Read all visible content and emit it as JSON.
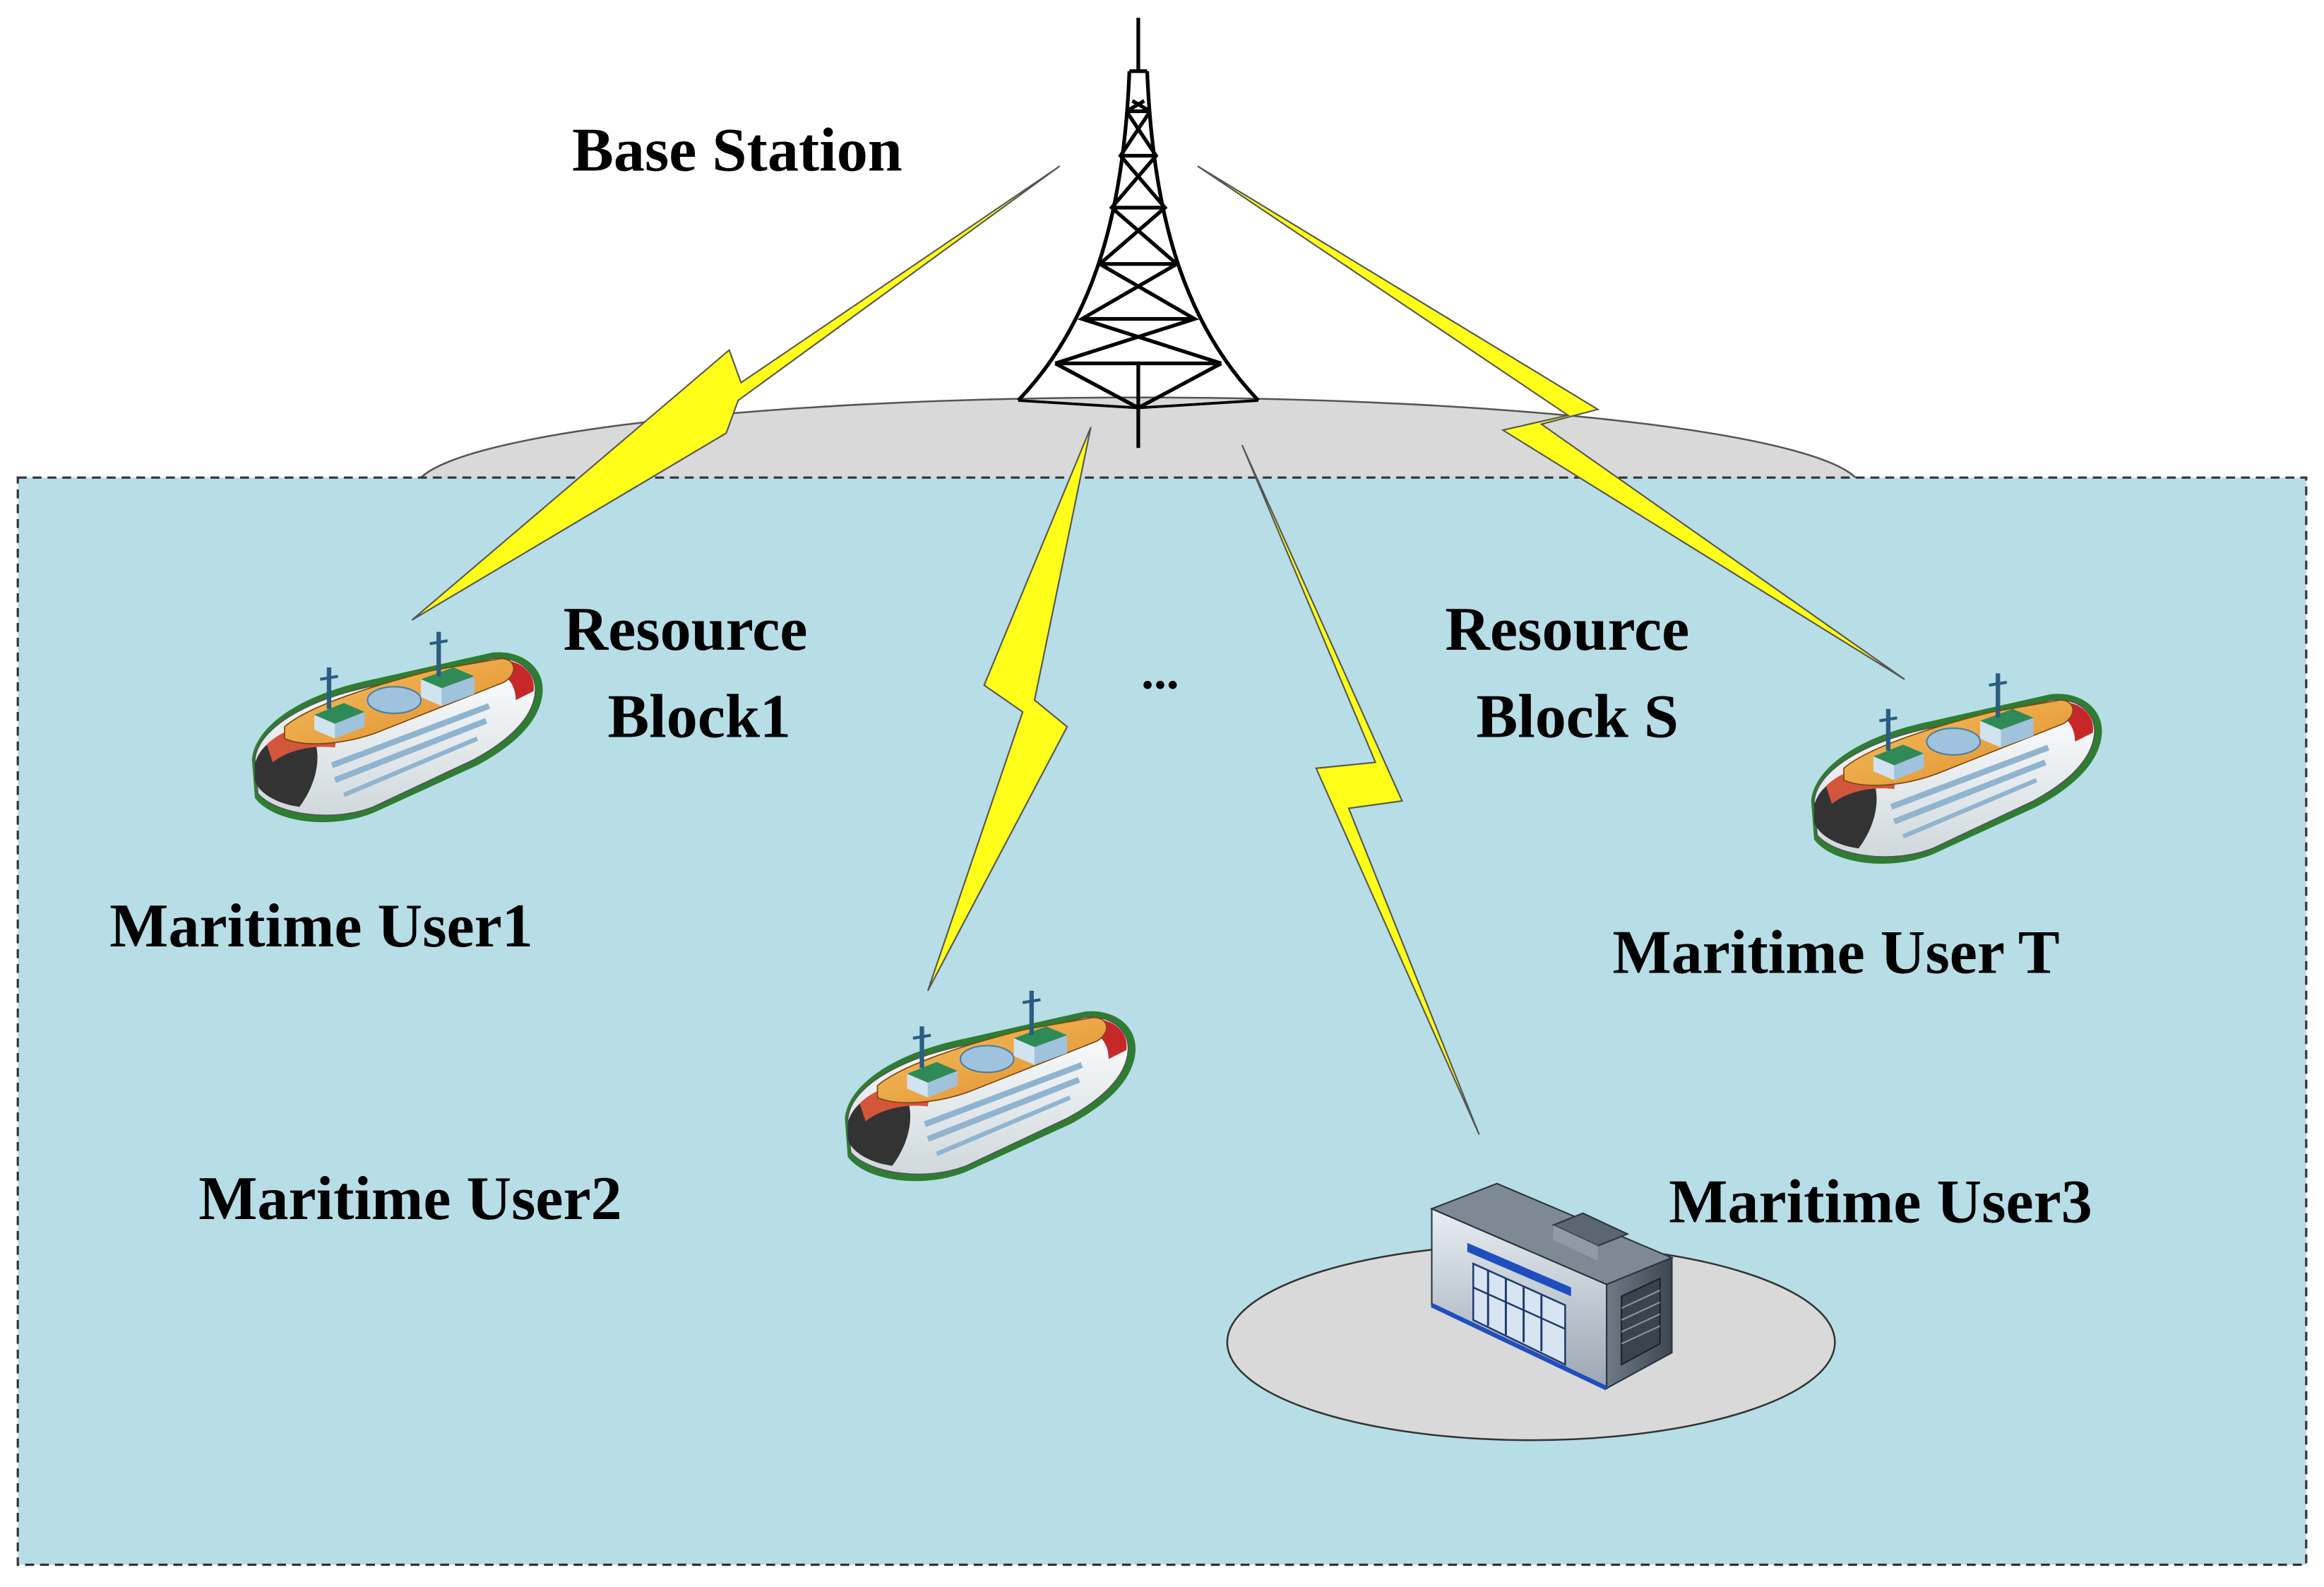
{
  "labels": {
    "base_station": "Base Station",
    "resource_block_1_line1": "Resource",
    "resource_block_1_line2": "Block1",
    "resource_block_s_line1": "Resource",
    "resource_block_s_line2": "Block S",
    "ellipsis": "...",
    "user1": "Maritime User1",
    "user2": "Maritime User2",
    "user3": "Maritime User3",
    "userT": "Maritime User T"
  },
  "colors": {
    "sea": "#b7dde6",
    "land": "#d9d9d9",
    "link": "#ffff1a",
    "tower": "#000000"
  },
  "icons": {
    "tower": "transmission-tower-icon",
    "ship": "ferry-ship-icon",
    "building": "shore-building-icon",
    "link": "wireless-link-icon"
  }
}
